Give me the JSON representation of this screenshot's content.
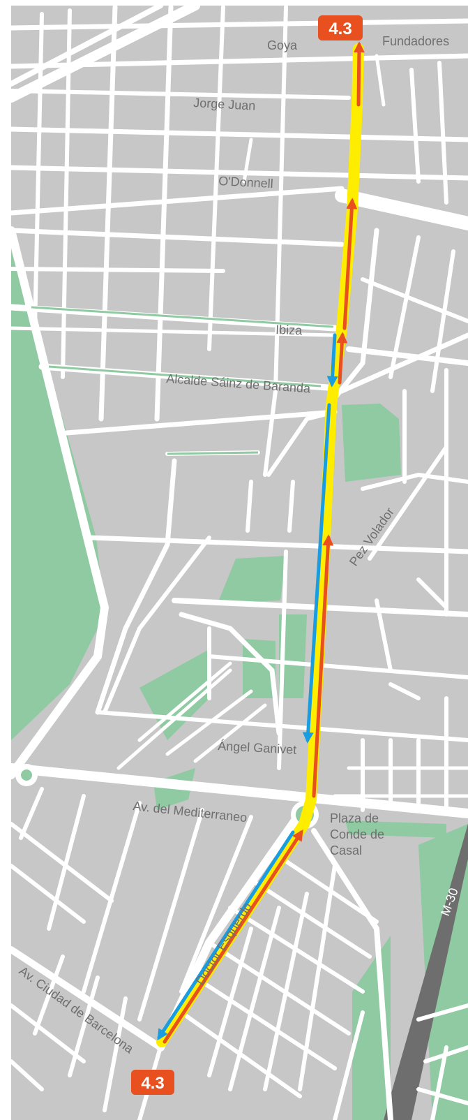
{
  "colors": {
    "block": "#c7c7c7",
    "street": "#ffffff",
    "park": "#8fcaa2",
    "highway": "#6e6e6e",
    "route_yellow": "#ffed00",
    "route_orange": "#e8501f",
    "route_blue": "#1a9de0",
    "label": "#6f6f6f",
    "badge": "#e8501f"
  },
  "badges": {
    "top": "4.3",
    "bottom": "4.3"
  },
  "streets": {
    "goya": "Goya",
    "fundadores": "Fundadores",
    "jorge_juan": "Jorge Juan",
    "odonnell": "O'Donnell",
    "ibiza": "Ibiza",
    "alcalde": "Alcalde Sáinz de Baranda",
    "pez_volador": "Pez Volador",
    "angel_ganivet": "Ángel Ganivet",
    "mediterraneo": "Av. del Mediterraneo",
    "plaza_line1": "Plaza de",
    "plaza_line2": "Conde de",
    "plaza_line3": "Casal",
    "doctor_esquerdo": "Doctor Esquerdo",
    "ciudad_barcelona": "Av. Ciudad de Barcelona",
    "m30": "M-30"
  },
  "icons": {
    "route_arrow": "arrowhead",
    "roundabout": "circle"
  }
}
